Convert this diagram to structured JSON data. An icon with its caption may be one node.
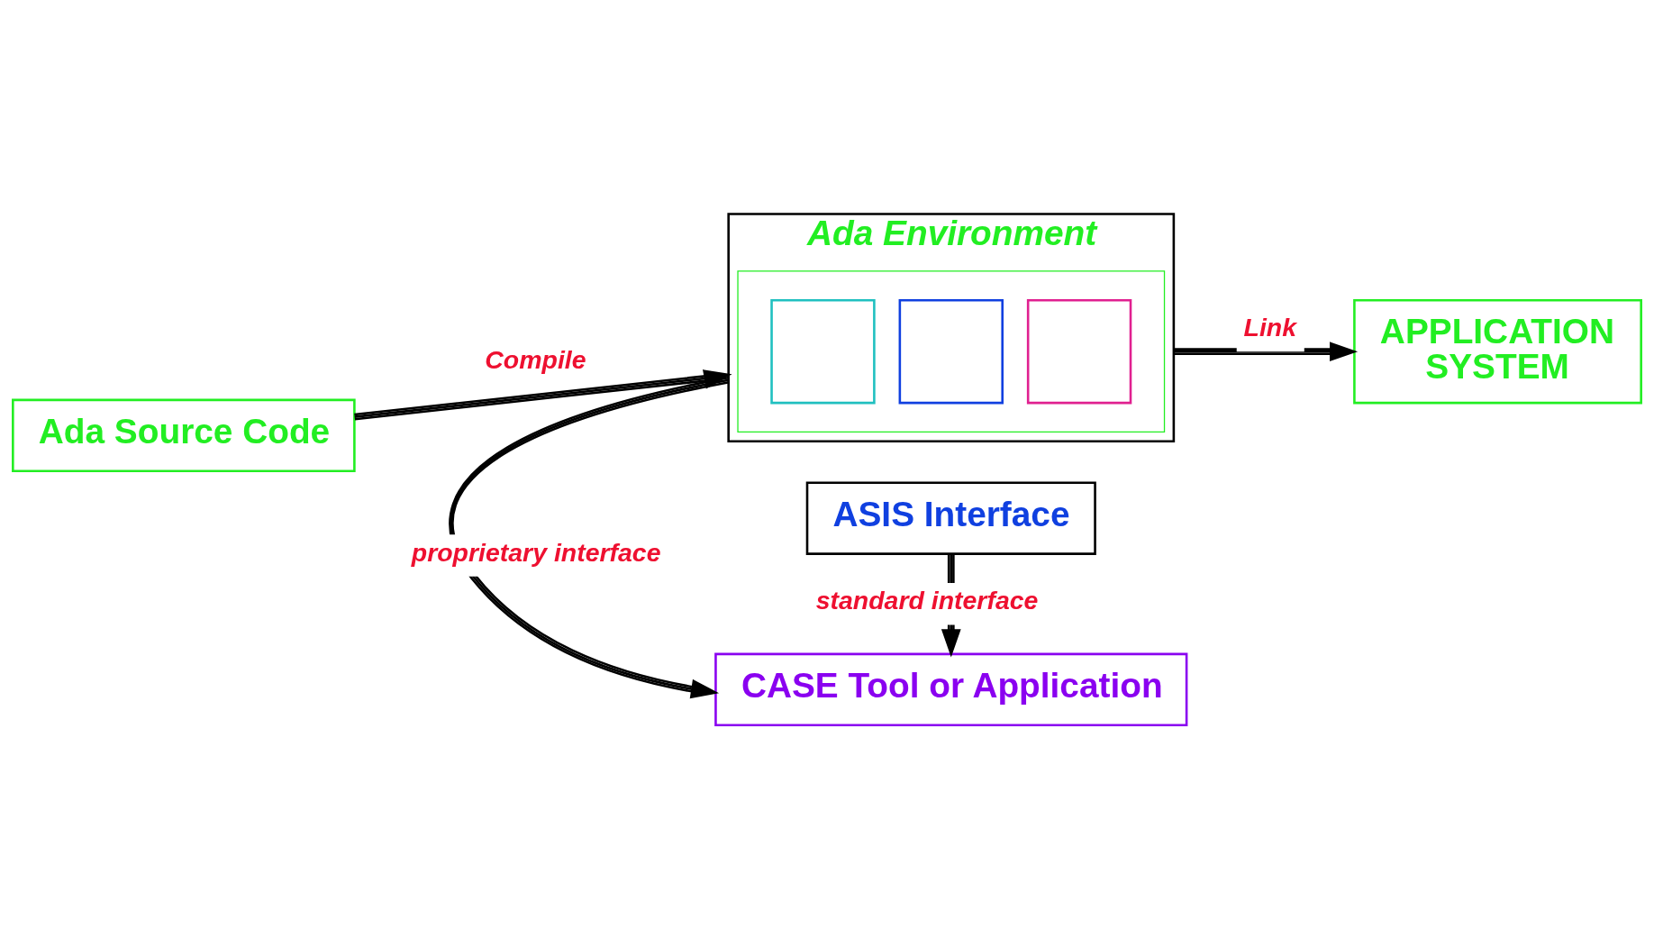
{
  "diagram": {
    "nodes": [
      {
        "text": [
          "Ada Source Code"
        ]
      },
      {
        "text": [
          "Ada Environment"
        ]
      },
      {
        "text": [
          "ASIS Interface"
        ]
      },
      {
        "text": [
          "CASE Tool or Application"
        ]
      },
      {
        "text": [
          "APPLICATION",
          "SYSTEM"
        ]
      },
      {
        "text": [],
        "shape": "picture",
        "in": 1
      }
    ],
    "edges": [
      {
        "from": 0,
        "to": 1,
        "arrow": "to",
        "label": "Compile"
      },
      {
        "from": 1,
        "to": 4,
        "arrow": "to",
        "label": "Link"
      },
      {
        "from": 1,
        "to": 3,
        "arrow": "to",
        "label": "proprietary interface"
      },
      {
        "from": 2,
        "to": 3,
        "arrow": "to",
        "label": "standard interface"
      }
    ]
  }
}
